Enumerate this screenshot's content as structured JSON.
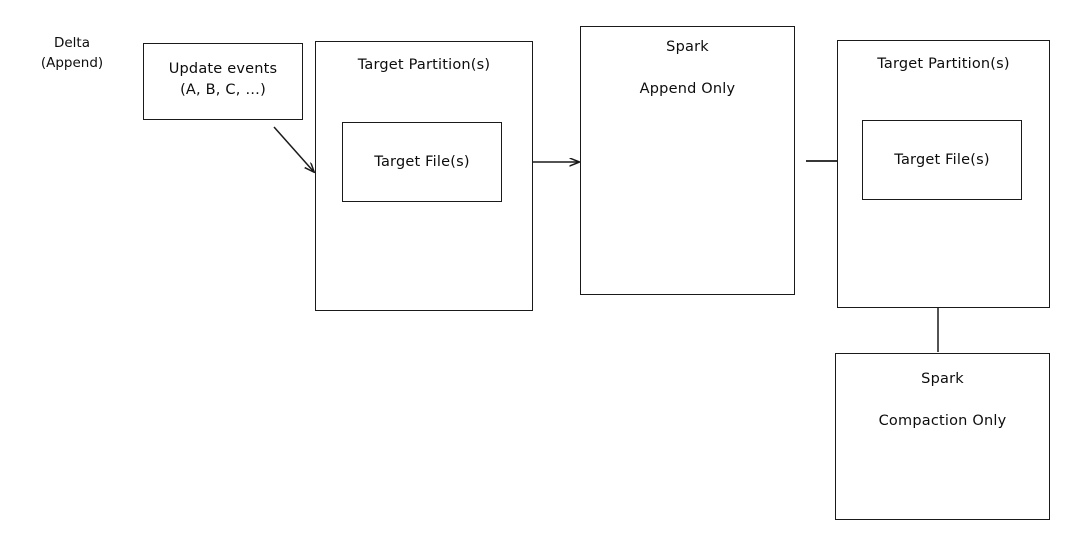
{
  "diagram": {
    "title_label": "Delta\n(Append)",
    "nodes": {
      "update_events": "Update events\n(A, B, C, …)",
      "left_partition": "Target Partition(s)",
      "left_target_file": "Target File(s)",
      "spark_append": "Spark\n\nAppend Only",
      "right_partition": "Target Partition(s)",
      "right_target_file": "Target File(s)",
      "spark_compaction": "Spark\n\nCompaction Only"
    },
    "edges": [
      {
        "name": "update-events-to-left-partition",
        "style": "solid",
        "from": "update_events",
        "to": "left_partition"
      },
      {
        "name": "left-target-file-to-spark-append",
        "style": "solid",
        "from": "left_target_file",
        "to": "spark_append"
      },
      {
        "name": "spark-append-to-right-target-file",
        "style": "dashed",
        "from": "spark_append",
        "to": "right_target_file"
      },
      {
        "name": "spark-compaction-to-right-target-file",
        "style": "solid",
        "from": "spark_compaction",
        "to": "right_target_file"
      }
    ],
    "colors": {
      "stroke": "#1a1a1a",
      "text": "#0d0d0d",
      "background": "#ffffff"
    }
  }
}
